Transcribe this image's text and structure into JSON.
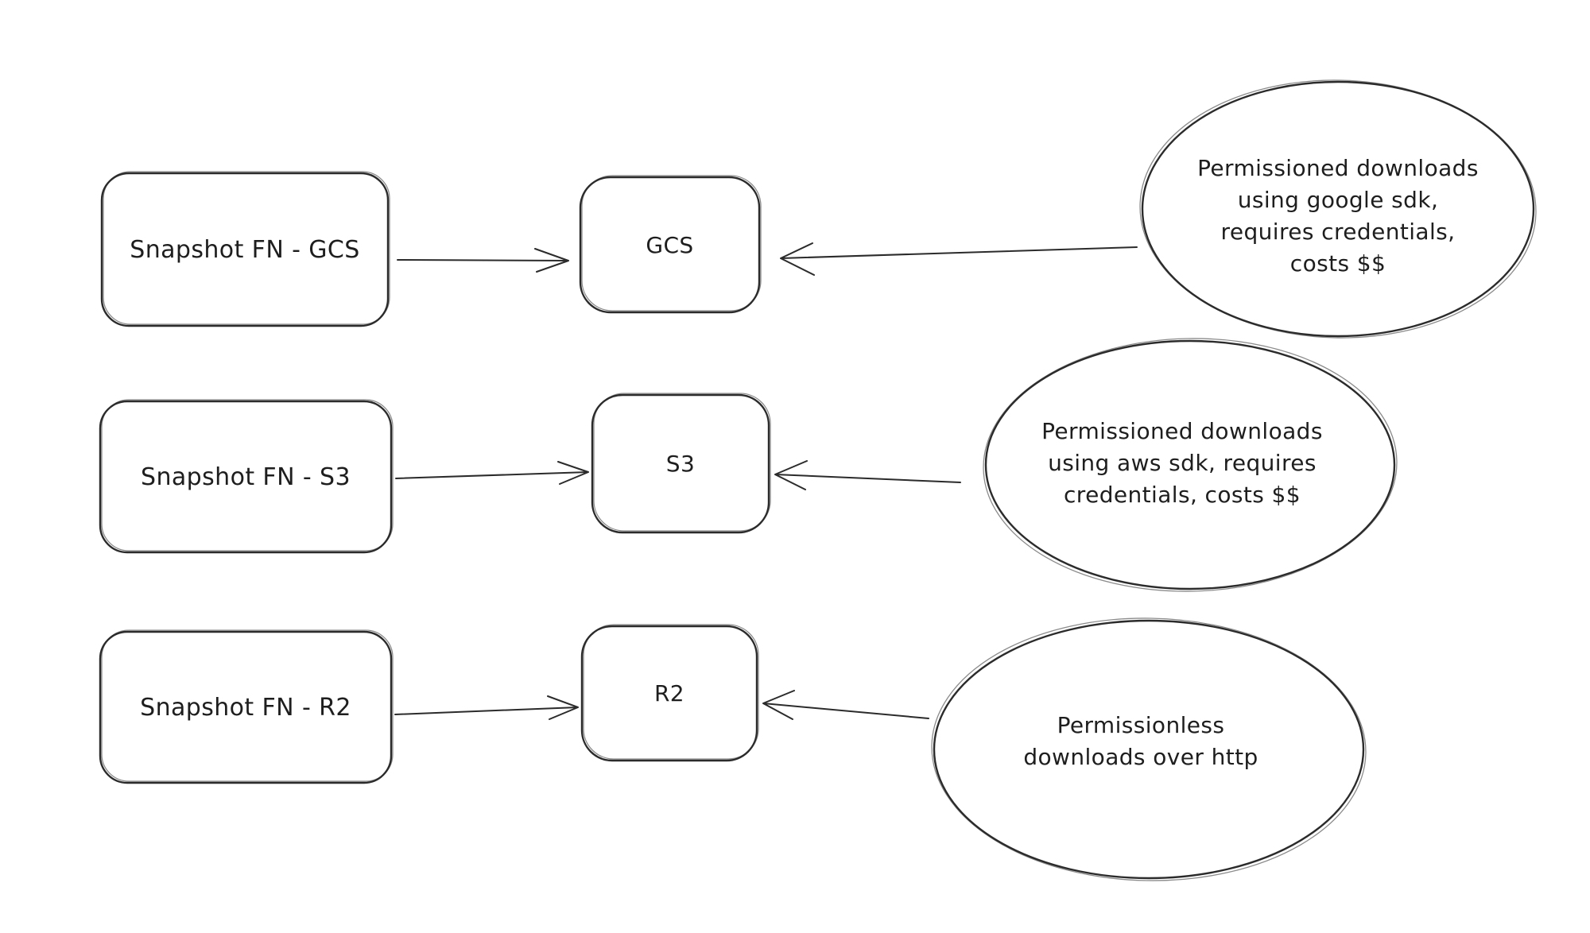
{
  "colors": {
    "background": "#ffffff",
    "stroke": "#2b2b2b",
    "text": "#1e1e1e"
  },
  "rows": [
    {
      "id": "gcs",
      "source_label": "Snapshot FN - GCS",
      "target_label": "GCS",
      "note_text": "Permissioned downloads\nusing google sdk,\nrequires credentials,\ncosts $$"
    },
    {
      "id": "s3",
      "source_label": "Snapshot FN - S3",
      "target_label": "S3",
      "note_text": "Permissioned downloads\nusing aws sdk, requires\ncredentials, costs $$"
    },
    {
      "id": "r2",
      "source_label": "Snapshot FN - R2",
      "target_label": "R2",
      "note_text": "Permissionless\ndownloads over http"
    }
  ]
}
